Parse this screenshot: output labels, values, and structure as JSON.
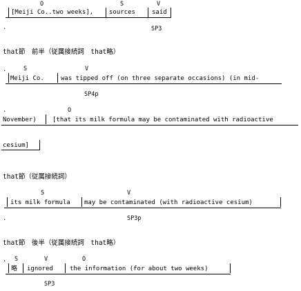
{
  "block1": {
    "label_o": "O",
    "label_s": "S",
    "label_v": "V",
    "seg1": "[Meiji Co..two weeks],",
    "seg2": "sources",
    "seg3": "said",
    "dot": ".",
    "pattern": "SP3"
  },
  "block2": {
    "heading": "that節　前半（従属接続詞　that略）",
    "dot": ".",
    "label_s": "S",
    "label_v": "V",
    "seg1": "Meiji Co.",
    "seg2": "was tipped off (on three separate occasions) (in mid-",
    "pattern": "SP4p"
  },
  "block3": {
    "dot": ".",
    "label_o": "O",
    "line1_a": "November)",
    "line1_b": "[that its milk formula may be contaminated with radioactive",
    "line2": "cesium]"
  },
  "block4": {
    "heading": "that節（従属接続詞）",
    "label_s": "S",
    "label_v": "V",
    "seg1": "its milk formula",
    "seg2": "may be contaminated (with radioactive cesium)",
    "dot": ".",
    "pattern": "SP3p"
  },
  "block5": {
    "heading": "that節　後半（従属接続詞　that略）",
    "dot": ".",
    "label_s": "S",
    "label_v": "V",
    "label_o": "O",
    "seg1": "略",
    "seg2": "ignored",
    "seg3": "the information (for about two weeks)",
    "pattern": "SP3"
  }
}
